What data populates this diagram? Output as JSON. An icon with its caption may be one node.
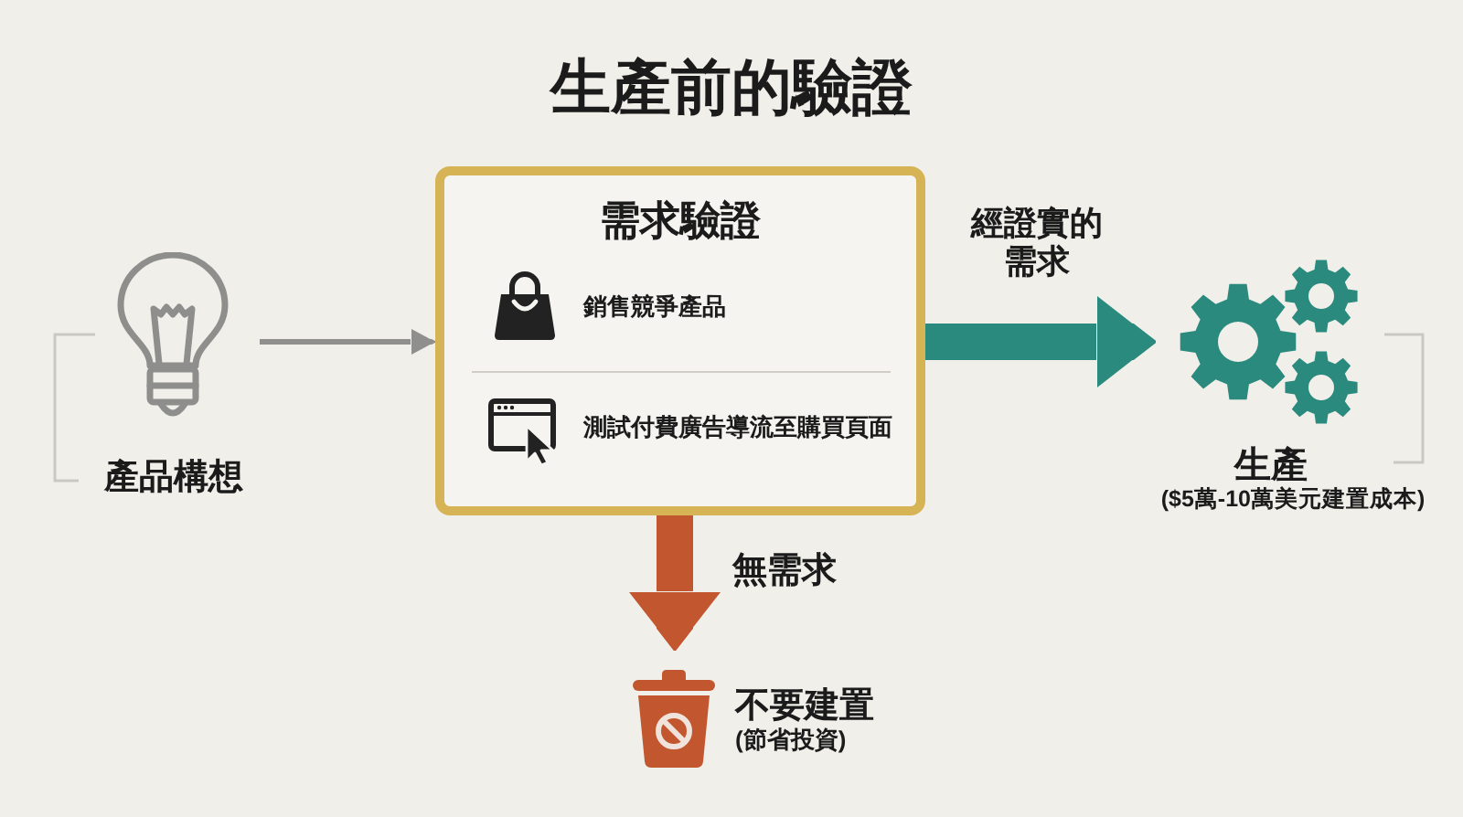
{
  "diagram": {
    "title": "生產前的驗證",
    "nodes": [
      {
        "text": [
          "產品構想"
        ]
      },
      {
        "text": [
          "需求驗證",
          "銷售競爭產品",
          "測試付費廣告導流至購買頁面"
        ]
      },
      {
        "text": [
          "生產",
          "($5萬-10萬美元建置成本)"
        ]
      },
      {
        "text": [
          "不要建置",
          "(節省投資)"
        ]
      }
    ],
    "edges": [
      {
        "from": 0,
        "to": 1,
        "arrow": "to"
      },
      {
        "from": 1,
        "to": 2,
        "arrow": "to",
        "label": "經證實的需求",
        "color": "#2b8a7e"
      },
      {
        "from": 1,
        "to": 3,
        "arrow": "to",
        "label": "無需求",
        "color": "#c2562f"
      }
    ]
  }
}
